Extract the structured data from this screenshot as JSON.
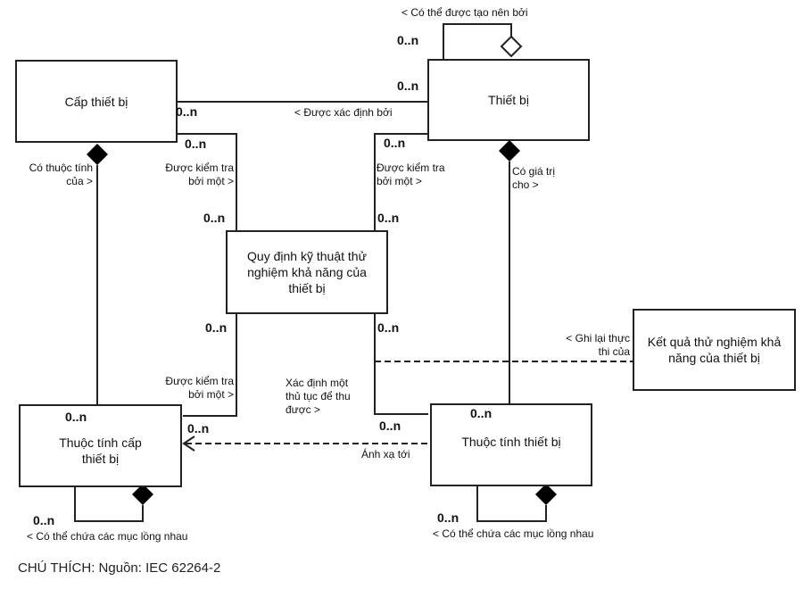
{
  "classes": {
    "cap_thiet_bi": "Cấp thiết bị",
    "thiet_bi": "Thiết bị",
    "quy_dinh": "Quy định kỹ thuật thử nghiệm khả năng của thiết bị",
    "ket_qua": "Kết quả thử nghiệm khả năng của thiết bị",
    "thuoc_tinh_cap": "Thuộc tính cấp thiết bị",
    "thuoc_tinh_tb": "Thuộc tính thiết bị"
  },
  "associations": {
    "self_thiet_bi": "< Có thể được tạo nên bởi",
    "duoc_xac_dinh_boi": "< Được xác định bởi",
    "co_thuoc_tinh_cua_1": "Có thuộc tính",
    "co_thuoc_tinh_cua_2": "của >",
    "kiem_tra_left_top_1": "Được kiểm tra",
    "kiem_tra_left_top_2": "bởi một >",
    "kiem_tra_right_top_1": "Được kiểm tra",
    "kiem_tra_right_top_2": "bởi một >",
    "co_gia_tri_cho_1": "Có giá trị",
    "co_gia_tri_cho_2": "cho >",
    "ghi_lai_1": "< Ghi lại thực",
    "ghi_lai_2": "thi của",
    "kiem_tra_left_bottom_1": "Được kiểm tra",
    "kiem_tra_left_bottom_2": "bởi một >",
    "xac_dinh_thu_tuc_1": "Xác định một",
    "xac_dinh_thu_tuc_2": "thủ tục để thu",
    "xac_dinh_thu_tuc_3": "được >",
    "anh_xa_toi": "Ánh xạ tới",
    "nested_left": "< Có thể chứa các mục lồng nhau",
    "nested_right": "< Có thể chứa các mục lồng nhau"
  },
  "multiplicity": "0..n",
  "caption": "CHÚ THÍCH: Nguồn: IEC 62264-2"
}
